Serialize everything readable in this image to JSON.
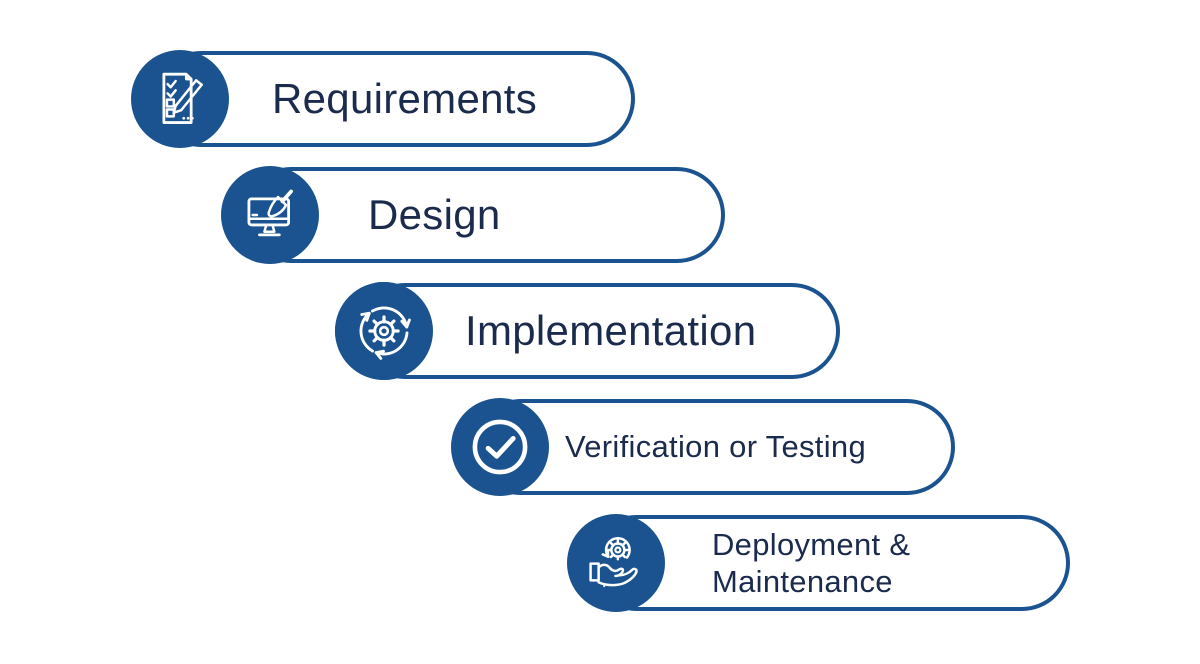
{
  "stages": [
    {
      "label": "Requirements",
      "icon": "checklist-pencil-icon"
    },
    {
      "label": "Design",
      "icon": "monitor-paintbrush-icon"
    },
    {
      "label": "Implementation",
      "icon": "gear-cycle-icon"
    },
    {
      "label": "Verification or Testing",
      "icon": "check-circle-icon"
    },
    {
      "label": "Deployment & Maintenance",
      "icon": "hand-gear-icon"
    }
  ],
  "colors": {
    "primary_blue": "#1A538F",
    "text_navy": "#1B2B4D",
    "icon_stroke": "#FFFFFF",
    "background": "#FFFFFF"
  }
}
